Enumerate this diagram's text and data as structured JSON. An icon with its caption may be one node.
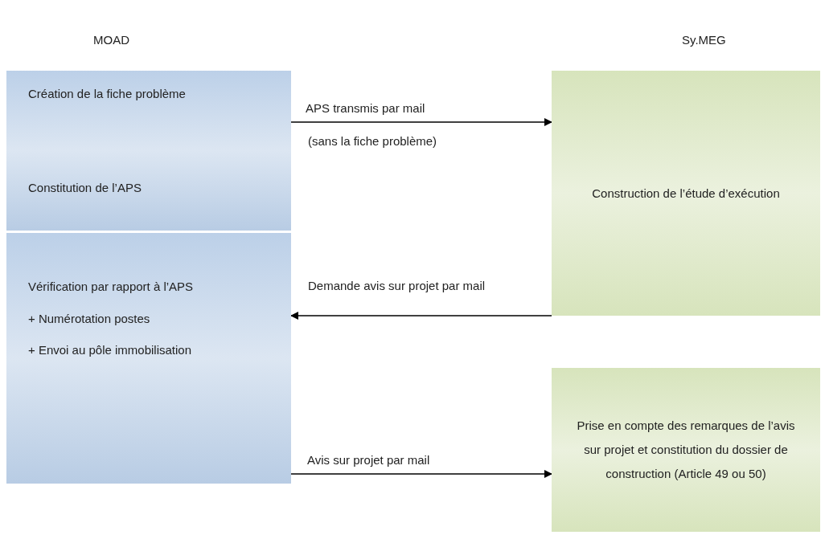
{
  "diagram": {
    "nodes": [
      {
        "text": [
          "Création de la fiche problème",
          "Constitution de l’APS"
        ]
      },
      {
        "text": [
          "Vérification par rapport à l’APS",
          "+ Numérotation postes",
          "+ Envoi au pôle immobilisation"
        ]
      },
      {
        "text": [
          "Construction de l’étude d’exécution"
        ]
      },
      {
        "text": [
          "Prise en compte des remarques de l’avis sur projet et constitution du dossier de construction (Article 49 ou 50)"
        ]
      }
    ],
    "edges": [
      {
        "from": 0,
        "to": 2,
        "arrow": "to",
        "label": "APS transmis par mail"
      },
      {
        "from": 2,
        "to": 1,
        "arrow": "to",
        "label": "Demande avis sur projet par mail"
      },
      {
        "from": 1,
        "to": 3,
        "arrow": "to",
        "label": "Avis sur projet par mail"
      }
    ],
    "labels": [
      "MOAD",
      "Sy.MEG",
      "(sans la fiche problème)"
    ]
  }
}
